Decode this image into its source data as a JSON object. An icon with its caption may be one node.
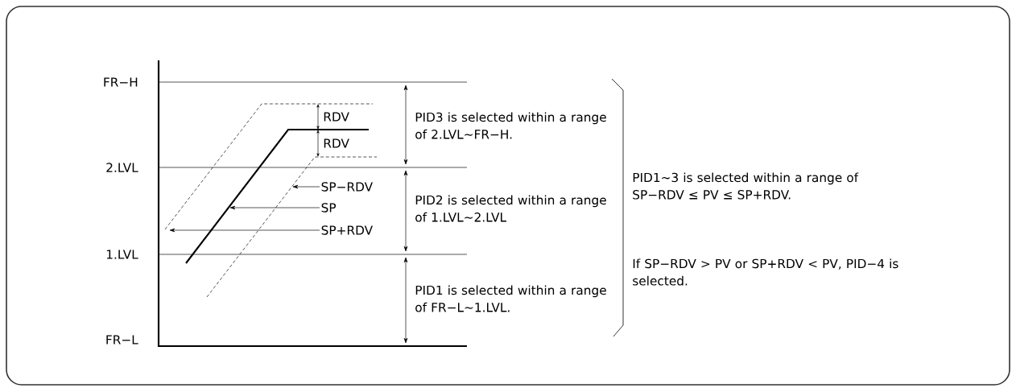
{
  "diagram": {
    "nodes": [
      {
        "text": [
          "SP−RDV"
        ]
      },
      {
        "text": [
          "SP"
        ]
      },
      {
        "text": [
          "SP+RDV"
        ]
      }
    ],
    "edges": [
      {
        "from": 0,
        "to": null,
        "arrow": "to"
      },
      {
        "from": 1,
        "to": null,
        "arrow": "to"
      },
      {
        "from": 2,
        "to": null,
        "arrow": "to"
      }
    ],
    "labels": [
      "FR−H",
      "PID3 is selected within a range of 2.LVL∼FR−H.",
      "RDV",
      "RDV",
      "PID1∼3 is selected within a range of SP−RDV ≤ PV ≤ SP+RDV.",
      "2.LVL",
      "PID2 is selected within a range of 1.LVL∼2.LVL",
      "If SP−RDV > PV or SP+RDV < PV, PID−4 is selected.",
      "1.LVL",
      "PID1 is selected within a range of FR−L∼1.LVL.",
      "FR−L"
    ]
  }
}
